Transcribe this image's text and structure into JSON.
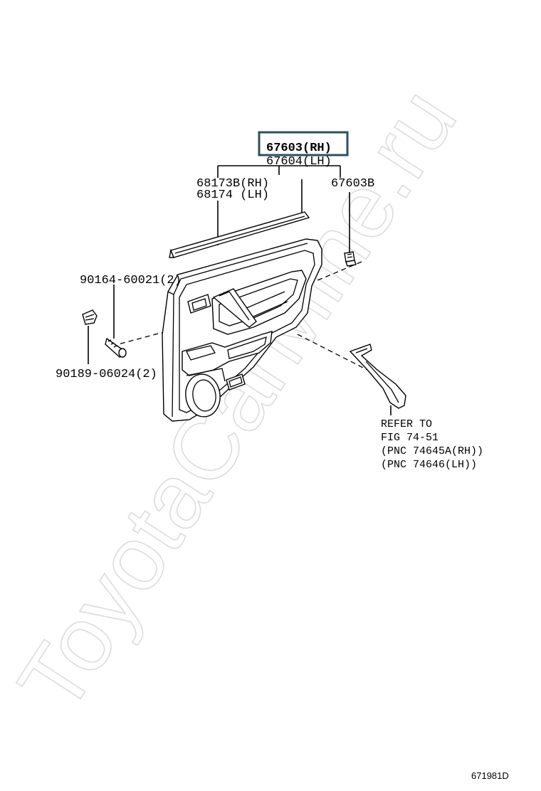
{
  "watermark": "ToyotaCarMine.ru",
  "labels": {
    "p67603": "67603(RH)",
    "p67604": "67604(LH)",
    "p68173b": "68173B(RH)",
    "p68174": "68174  (LH)",
    "p67603b": "67603B",
    "p90164": "90164-60021(2)",
    "p90189": "90189-06024(2)",
    "refer_line1": "REFER TO",
    "refer_line2": "FIG 74-51",
    "refer_line3": "(PNC 74645A(RH))",
    "refer_line4": "(PNC 74646(LH))"
  },
  "figure_id": "671981D",
  "highlight_color": "#2f4f5f"
}
